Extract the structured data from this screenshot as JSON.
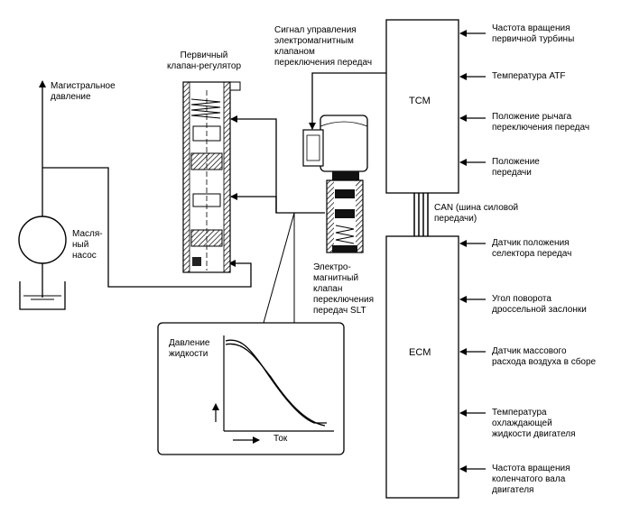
{
  "labels": {
    "main_pressure": "Магистральное\nдавление",
    "oil_pump": "Масля-\nный\nнасос",
    "primary_regulator": "Первичный\nклапан-регулятор",
    "control_signal": "Сигнал управления\nэлектромагнитным\nклапаном\nпереключения передач",
    "solenoid": "Электро-\nмагнитный\nклапан\nпереключения\nпередач SLT",
    "can_bus": "CAN (шина силовой\nпередачи)"
  },
  "tcm": {
    "title": "TCM",
    "inputs": [
      "Частота вращения\nпервичной турбины",
      "Температура ATF",
      "Положение рычага\nпереключения передач",
      "Положение\nпередачи"
    ]
  },
  "ecm": {
    "title": "ECM",
    "inputs": [
      "Датчик положения\nселектора передач",
      "Угол поворота\nдроссельной заслонки",
      "Датчик массового\nрасхода воздуха в сборе",
      "Температура\nохлаждающей\nжидкости двигателя",
      "Частота вращения\nколенчатого вала\nдвигателя"
    ]
  },
  "graph": {
    "ylabel": "Давление\nжидкости",
    "xlabel": "Ток"
  }
}
